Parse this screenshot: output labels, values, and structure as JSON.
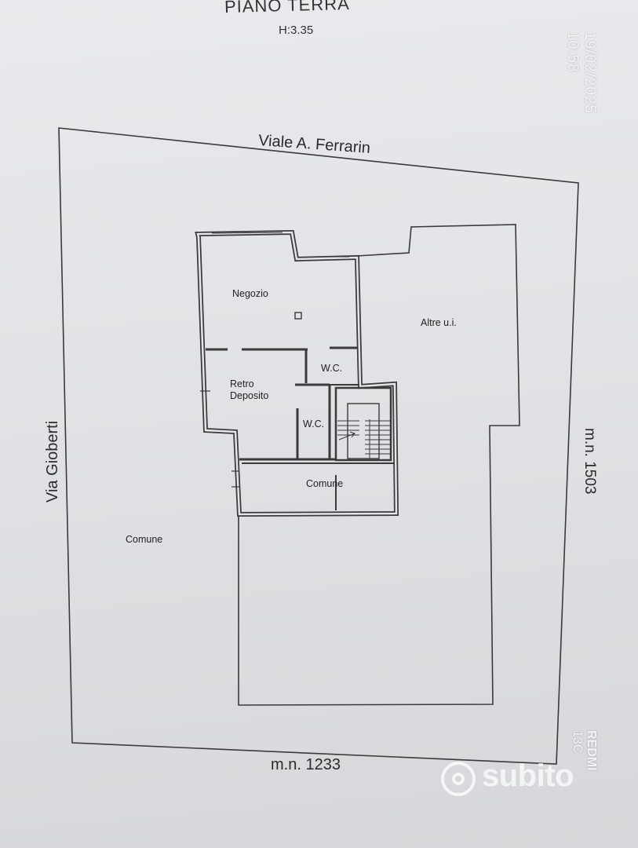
{
  "header": {
    "title": "PIANO TERRA",
    "height": "H:3.35"
  },
  "streets": {
    "top": "Viale A. Ferrarin",
    "left": "Via Gioberti"
  },
  "boundaries": {
    "right": "m.n. 1503",
    "bottom": "m.n. 1233"
  },
  "rooms": {
    "negozio": "Negozio",
    "altre": "Altre u.i.",
    "wc_upper": "W.C.",
    "retro_line1": "Retro",
    "retro_line2": "Deposito",
    "wc_lower": "W.C.",
    "comune_inner": "Comune",
    "comune_outer": "Comune"
  },
  "camera_stamp": {
    "datetime": "19/02/2025  10:58",
    "brand": "REDMI",
    "model": "13C"
  },
  "watermark": {
    "text": "subito"
  },
  "colors": {
    "line": "#3a3a3a",
    "paper": "#e4e5e8"
  }
}
